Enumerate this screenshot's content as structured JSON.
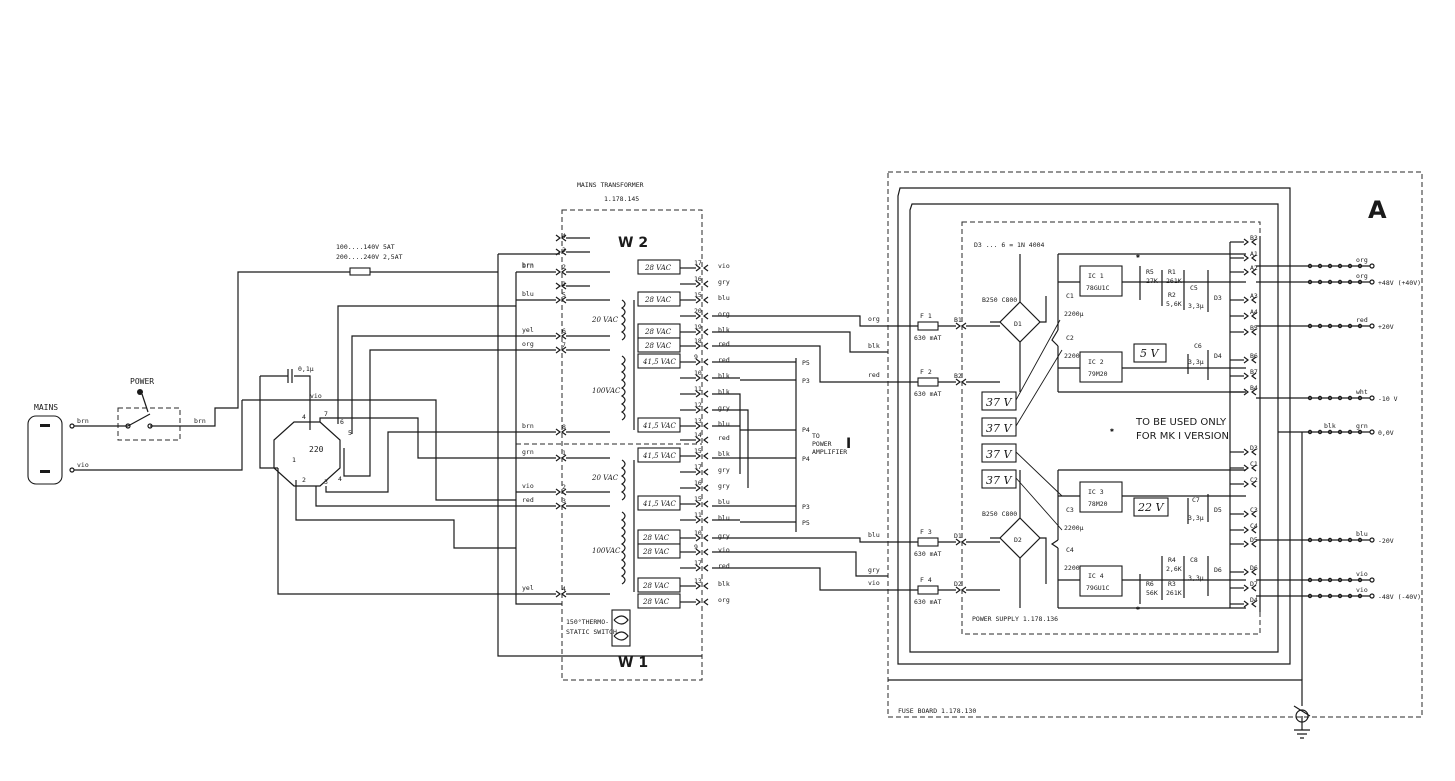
{
  "title": {
    "line1": "MAINS TRANSFORMER",
    "line2": "1.178.145"
  },
  "windings": {
    "w1": "W 1",
    "w2": "W 2"
  },
  "section_a": "A",
  "mains": {
    "label": "MAINS",
    "wire_live": "brn",
    "wire_neutral": "vio",
    "power_label": "POWER",
    "switch_out": "brn",
    "fuse_line1": "100....140V  5AT",
    "fuse_line2": "200....240V  2,5AT",
    "fuse_wire": "brn"
  },
  "selector": {
    "value": "220",
    "cap": "0,1μ",
    "wire": "vio",
    "pins": [
      "1",
      "2",
      "3",
      "4",
      "5",
      "6",
      "7"
    ]
  },
  "primary_left": [
    {
      "wire": "brn",
      "pin": "2"
    },
    {
      "wire": "blu",
      "pin": "5"
    },
    {
      "wire": "yel",
      "pin": "6"
    },
    {
      "wire": "org",
      "pin": "7"
    },
    {
      "wire": "brn",
      "pin": "8"
    },
    {
      "wire": "grn",
      "pin": "1"
    },
    {
      "wire": "vio",
      "pin": "2"
    },
    {
      "wire": "red",
      "pin": "3"
    },
    {
      "wire": "yel",
      "pin": "4"
    }
  ],
  "primary_extra_pins": [
    "4",
    "3",
    "1"
  ],
  "primary_voltages": [
    "20 VAC",
    "100VAC",
    "20 VAC",
    "100VAC"
  ],
  "thermo": {
    "line1": "150°THERMO-",
    "line2": "STATIC SWITCH"
  },
  "secondary_w2": [
    {
      "volt": "28 VAC",
      "pin": "17",
      "wire": "vio"
    },
    {
      "volt": "",
      "pin": "16",
      "wire": "gry"
    },
    {
      "volt": "28 VAC",
      "pin": "15",
      "wire": "blu"
    },
    {
      "volt": "",
      "pin": "20",
      "wire": "org"
    },
    {
      "volt": "28 VAC",
      "pin": "19",
      "wire": "blk"
    },
    {
      "volt": "28 VAC",
      "pin": "18",
      "wire": "red"
    }
  ],
  "secondary_w1": [
    {
      "volt": "41,5 VAC",
      "pin": "9",
      "wire": "red"
    },
    {
      "volt": "",
      "pin": "10",
      "wire": "blk"
    },
    {
      "volt": "",
      "pin": "11",
      "wire": "blk"
    },
    {
      "volt": "",
      "pin": "12",
      "wire": "gry"
    },
    {
      "volt": "41,5 VAC",
      "pin": "13",
      "wire": "blu"
    },
    {
      "volt": "",
      "pin": "14",
      "wire": "red"
    },
    {
      "volt": "41,5 VAC",
      "pin": "15",
      "wire": "blk"
    },
    {
      "volt": "",
      "pin": "17",
      "wire": "gry"
    },
    {
      "volt": "",
      "pin": "16",
      "wire": "gry"
    },
    {
      "volt": "41,5 VAC",
      "pin": "15",
      "wire": "blu"
    },
    {
      "volt": "",
      "pin": "11",
      "wire": "blu"
    },
    {
      "volt": "28 VAC",
      "pin": "10",
      "wire": "gry"
    },
    {
      "volt": "28 VAC",
      "pin": "9",
      "wire": "vio"
    },
    {
      "volt": "",
      "pin": "17",
      "wire": "red"
    },
    {
      "volt": "28 VAC",
      "pin": "13",
      "wire": "blk"
    },
    {
      "volt": "28 VAC",
      "pin": "",
      "wire": "org"
    }
  ],
  "amp_plugs": {
    "p5a": "P5",
    "p3a": "P3",
    "p4a": "P4",
    "p4b": "P4",
    "p3b": "P3",
    "p5b": "P5",
    "to_line1": "TO",
    "to_line2": "POWER",
    "to_line3": "AMPLIFIER",
    "roman": "I"
  },
  "fuses": [
    {
      "name": "F 1",
      "rating": "630 mAT",
      "wire": "org",
      "pin": "B1"
    },
    {
      "name": "F 2",
      "rating": "630 mAT",
      "wire": "red",
      "pin": "B2"
    },
    {
      "name": "F 3",
      "rating": "630 mAT",
      "wire": "blu",
      "pin": "D1"
    },
    {
      "name": "F 4",
      "rating": "630 mAT",
      "wire": "vio",
      "pin": "D2"
    }
  ],
  "fuse_extra_wires": {
    "blk": "blk",
    "gry": "gry"
  },
  "psu": {
    "diodes_note": "D3 ... 6 = 1N 4004",
    "bridge1": "B250 C800",
    "bridge2": "B250 C800",
    "d1": "D1",
    "d2": "D2",
    "c1": "C1",
    "c1v": "2200μ",
    "c2": "C2",
    "c2v": "2200μ",
    "c3": "C3",
    "c3v": "2200μ",
    "c4": "C4",
    "c4v": "2200μ",
    "ic1": "IC 1",
    "ic1t": "78GU1C",
    "ic2": "IC 2",
    "ic2t": "79M20",
    "ic3": "IC 3",
    "ic3t": "78M20",
    "ic4": "IC 4",
    "ic4t": "79GU1C",
    "r5": "R5",
    "r5v": "27K",
    "r1": "R1",
    "r1v": "261K",
    "r2": "R2",
    "r2v": "5,6K",
    "r4": "R4",
    "r4v": "2,6K",
    "r6": "R6",
    "r6v": "56K",
    "r3": "R3",
    "r3v": "261K",
    "c5": "C5",
    "c6": "C6",
    "c7": "C7",
    "c8": "C8",
    "cv": "3,3μ",
    "d3": "D3",
    "d4": "D4",
    "d5": "D5",
    "d6": "D6",
    "hand_5v": "5 V",
    "hand_22v": "22 V",
    "hand_37v": [
      "37 V",
      "37 V",
      "37 V",
      "37 V"
    ],
    "note_line1": "TO BE USED ONLY",
    "note_line2": "FOR MK I VERSION",
    "board_label": "POWER SUPPLY  1.178.136"
  },
  "fuse_board_label": "FUSE BOARD  1.178.130",
  "connector_pins": [
    "B3",
    "A1",
    "A2",
    "A3",
    "A4",
    "B5",
    "B6",
    "B7",
    "B4",
    "D3",
    "C1",
    "C2",
    "C3",
    "C4",
    "D5",
    "D6",
    "D7",
    "D4"
  ],
  "outputs": [
    {
      "wire": "org",
      "value": ""
    },
    {
      "wire": "org",
      "value": "+48V (+40V)"
    },
    {
      "wire": "red",
      "value": "+20V"
    },
    {
      "wire": "wht",
      "value": "-10 V"
    },
    {
      "wire": "blk",
      "wire2": "grn",
      "value": "0,0V"
    },
    {
      "wire": "blu",
      "value": "-20V"
    },
    {
      "wire": "vio",
      "value": ""
    },
    {
      "wire": "vio",
      "value": "-48V (-40V)"
    }
  ]
}
